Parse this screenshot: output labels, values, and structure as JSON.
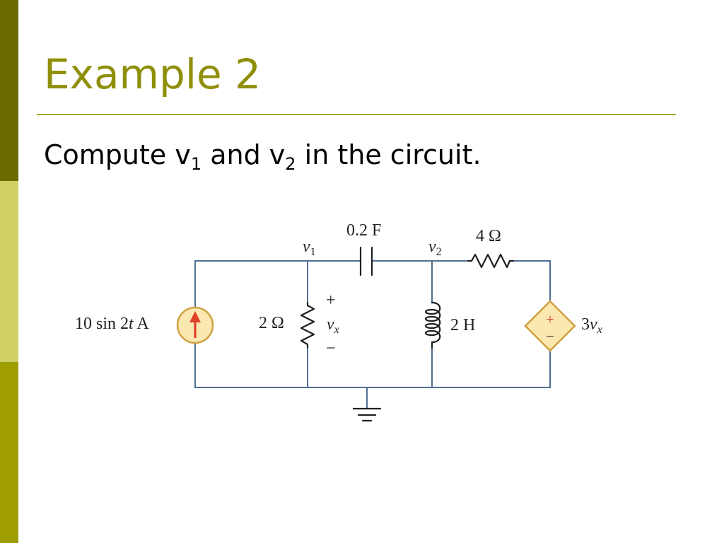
{
  "slide": {
    "title": "Example 2",
    "prompt_before": "Compute v",
    "prompt_sub1": "1",
    "prompt_mid": " and v",
    "prompt_sub2": "2",
    "prompt_after": " in the circuit."
  },
  "circuit": {
    "node_v1": {
      "var": "v",
      "sub": "1"
    },
    "node_v2": {
      "var": "v",
      "sub": "2"
    },
    "capacitor_label": "0.2 F",
    "resistor_top_label": "4 Ω",
    "resistor_left_label": "2 Ω",
    "inductor_label": "2 H",
    "source_label": {
      "prefix": "10 sin 2",
      "var": "t",
      "suffix": " A"
    },
    "vx_plus": "+",
    "vx_minus": "−",
    "vx_label": {
      "var": "v",
      "sub": "x"
    },
    "dependent_source_plus": "+",
    "dependent_source_minus": "−",
    "dependent_source_label": {
      "coef": "3",
      "var": "v",
      "sub": "x"
    }
  },
  "colors": {
    "bar_dark": "#6b6b00",
    "bar_light": "#cfcf66",
    "bar_mid": "#9e9e00",
    "title": "#8f8f0a",
    "rule": "#a8a830",
    "wire": "#4f6f94",
    "element": "#1f1f1f",
    "source_fill": "#fbe7b0",
    "source_stroke": "#d0a040",
    "source_arrow": "#e0412a",
    "dependent_plus": "#d23a2a"
  }
}
